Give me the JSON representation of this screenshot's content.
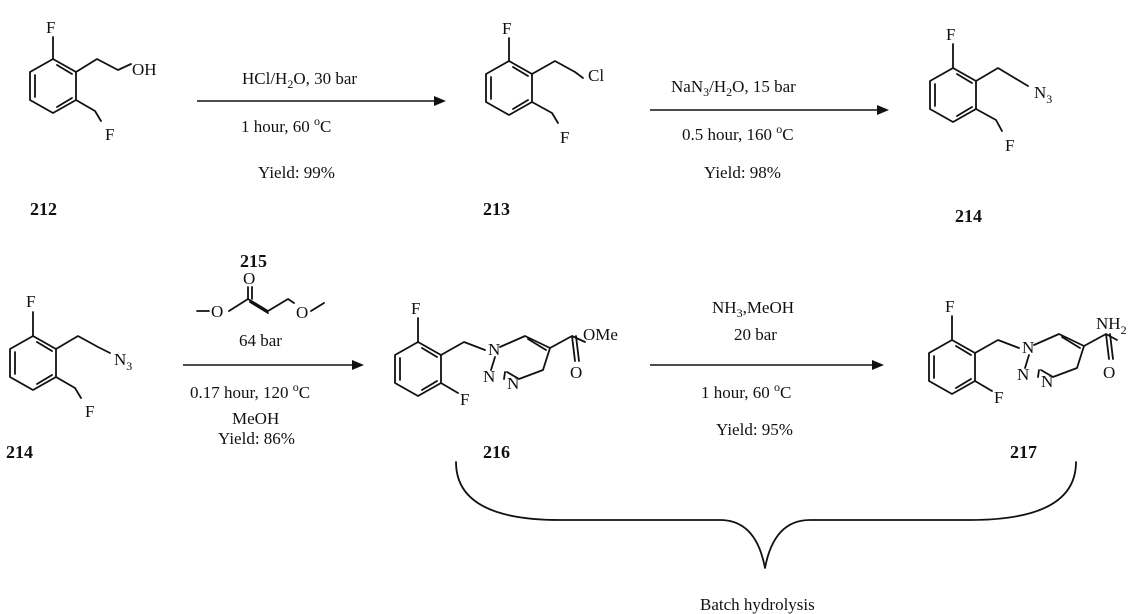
{
  "compounds": {
    "c212": "212",
    "c213": "213",
    "c214a": "214",
    "c214b": "214",
    "c215": "215",
    "c216": "216",
    "c217": "217"
  },
  "atoms": {
    "F": "F",
    "OH": "OH",
    "Cl": "Cl",
    "N": "N",
    "N3_sub": "3",
    "O": "O",
    "OMe": "OMe",
    "NH2_sub": "2"
  },
  "steps": {
    "step1": {
      "reagent": "HCl/H",
      "reagent_sub": "2",
      "reagent_tail": "O, 30 bar",
      "time": "1 hour, 60 ",
      "deg": "o",
      "unit": "C",
      "yield": "Yield: 99%"
    },
    "step2": {
      "reagent": "NaN",
      "reagent_sub1": "3",
      "reagent_mid": "/H",
      "reagent_sub2": "2",
      "reagent_tail": "O, 15 bar",
      "time": "0.5 hour, 160 ",
      "deg": "o",
      "unit": "C",
      "yield": "Yield: 98%"
    },
    "step3": {
      "pressure": "64 bar",
      "time": "0.17 hour, 120 ",
      "deg": "o",
      "unit": "C",
      "solvent": "MeOH",
      "yield": "Yield: 86%"
    },
    "step4": {
      "reagent": "NH",
      "reagent_sub": "3",
      "reagent_tail": ",MeOH",
      "pressure": "20 bar",
      "time": "1 hour, 60 ",
      "deg": "o",
      "unit": "C",
      "yield": "Yield: 95%"
    }
  },
  "footer": {
    "label": "Batch hydrolysis"
  }
}
